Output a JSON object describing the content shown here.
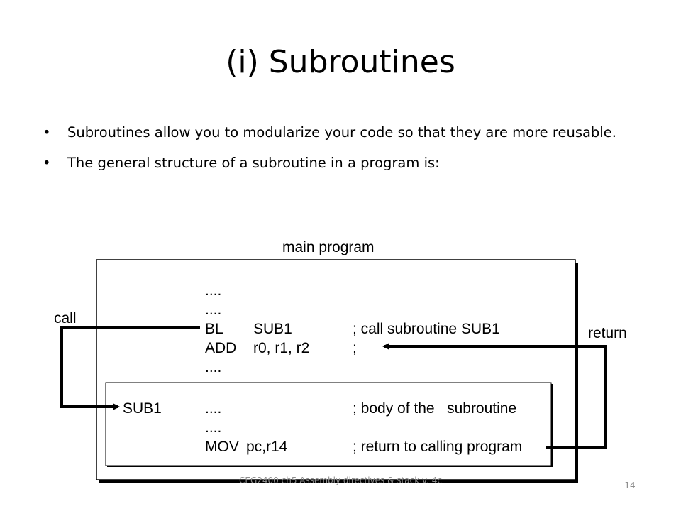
{
  "slide": {
    "title": "(i) Subroutines",
    "bullets": [
      {
        "marker": "•",
        "text": "Subroutines allow you to modularize your code so that they are more reusable."
      },
      {
        "marker": "•",
        "text": "The general structure of a subroutine in a program is:"
      }
    ]
  },
  "diagram": {
    "main_label": "main program",
    "call_label": "call",
    "return_label": "return",
    "lines": [
      {
        "label": "",
        "op": "....",
        "args": "",
        "comment": ""
      },
      {
        "label": "",
        "op": "....",
        "args": "",
        "comment": ""
      },
      {
        "label": "",
        "op": "BL",
        "args": "SUB1",
        "comment": "; call subroutine SUB1"
      },
      {
        "label": "",
        "op": "ADD",
        "args": "r0, r1, r2",
        "comment": ";"
      },
      {
        "label": "",
        "op": "....",
        "args": "",
        "comment": ""
      },
      {
        "label": "SUB1",
        "op": "....",
        "args": "",
        "comment": "; body of the   subroutine"
      },
      {
        "label": "",
        "op": "....",
        "args": "",
        "comment": ""
      },
      {
        "label": "",
        "op": "MOV",
        "args": "pc,r14",
        "comment": "; return to calling program"
      }
    ]
  },
  "footer": {
    "course": "CEG2400 ch5 Assembly directives & stack v. 4c",
    "page": "14"
  },
  "colors": {
    "text": "#000000",
    "footer_text": "#8c8c8c",
    "background": "#ffffff"
  }
}
